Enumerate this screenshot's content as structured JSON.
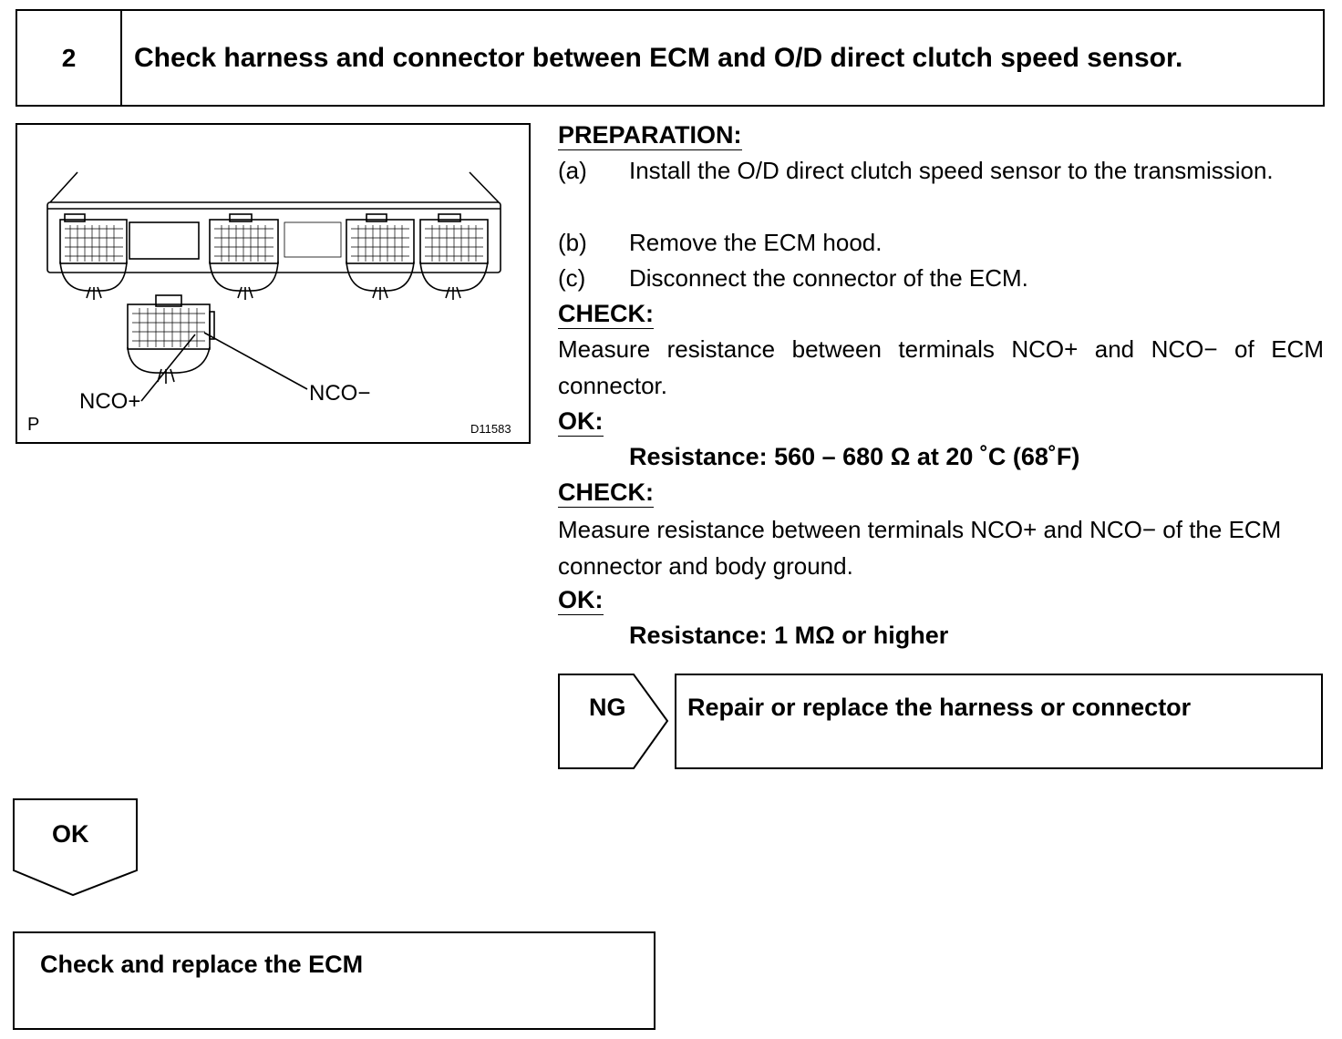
{
  "step": {
    "number": "2",
    "title": "Check harness and connector between ECM and O/D direct clutch speed sensor."
  },
  "figure": {
    "label_nco_plus": "NCO+",
    "label_nco_minus": "NCO−",
    "corner_label": "P",
    "figure_code": "D11583"
  },
  "preparation": {
    "heading": "PREPARATION:",
    "steps": [
      {
        "label": "(a)",
        "text": "Install the O/D direct clutch speed sensor to the transmission."
      },
      {
        "label": "(b)",
        "text": "Remove the ECM hood."
      },
      {
        "label": "(c)",
        "text": "Disconnect the connector of the ECM."
      }
    ]
  },
  "check1": {
    "heading": "CHECK:",
    "text": "Measure resistance between terminals NCO+ and NCO− of ECM connector."
  },
  "ok1": {
    "heading": "OK:",
    "spec": "Resistance: 560 – 680 Ω at 20 ˚C (68˚F)"
  },
  "check2": {
    "heading": "CHECK:",
    "text": "Measure resistance between terminals NCO+ and NCO− of the ECM connector and body ground."
  },
  "ok2": {
    "heading": "OK:",
    "spec": "Resistance: 1 MΩ or higher"
  },
  "ng_branch": {
    "label": "NG",
    "action": "Repair or replace the harness or connector"
  },
  "ok_branch": {
    "label": "OK",
    "action": "Check and replace the ECM"
  }
}
